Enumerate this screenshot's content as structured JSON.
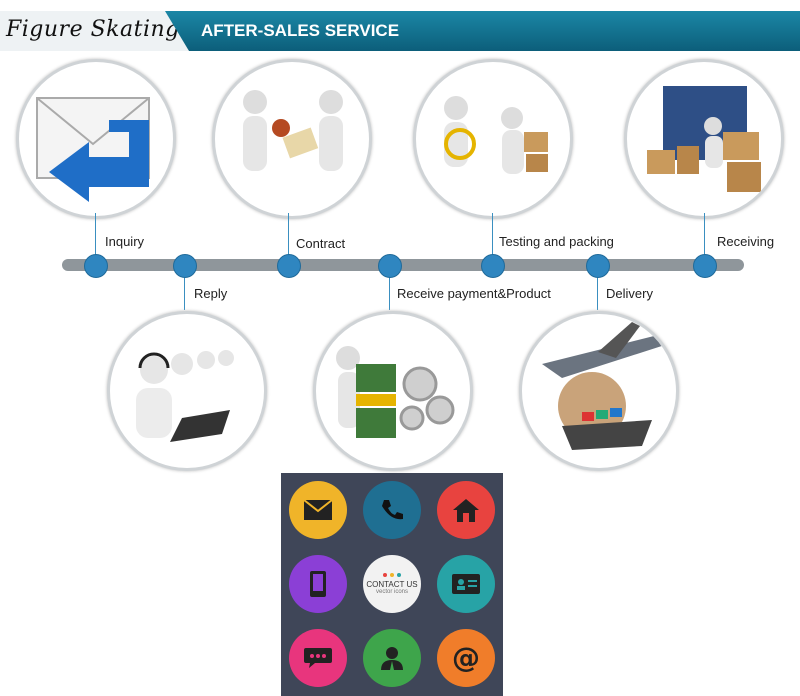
{
  "header": {
    "brand": "Figure Skating",
    "title": "AFTER-SALES SERVICE"
  },
  "steps_top": [
    {
      "label": "Inquiry",
      "icon": "envelope-arrow-icon"
    },
    {
      "label": "Contract",
      "icon": "handshake-contract-icon"
    },
    {
      "label": "Testing and packing",
      "icon": "magnifier-packing-icon"
    },
    {
      "label": "Receiving",
      "icon": "container-boxes-icon"
    }
  ],
  "steps_bottom": [
    {
      "label": "Reply",
      "icon": "call-center-icon"
    },
    {
      "label": "Receive payment&Product",
      "icon": "money-gears-icon"
    },
    {
      "label": "Delivery",
      "icon": "plane-ship-globe-icon"
    }
  ],
  "contact": {
    "title": "CONTACT US",
    "subtitle": "vector icons"
  },
  "colors": {
    "banner": "#0c6e8e",
    "timeline": "#8f969b",
    "dot": "#2f86c0",
    "mail": "#f0b429",
    "phone": "#1f6f92",
    "home": "#e8433f",
    "mobile": "#8b3fd6",
    "card": "#27a3a6",
    "chat": "#e8357d",
    "user": "#3ea54b",
    "at": "#f07d2a"
  }
}
